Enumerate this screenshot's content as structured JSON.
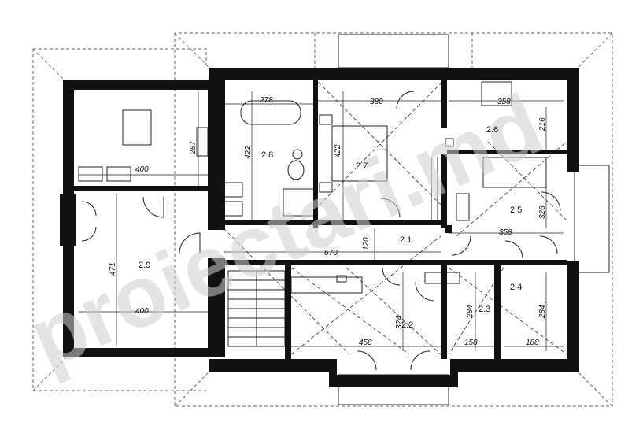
{
  "watermark": {
    "text": "proiectari.md",
    "color": "#c8c8c8"
  },
  "colors": {
    "wall": "#111111",
    "line": "#222222",
    "dashed": "#555555"
  },
  "rooms": [
    {
      "id": "2.1",
      "label": "2.1"
    },
    {
      "id": "2.2",
      "label": "2.2"
    },
    {
      "id": "2.3",
      "label": "2.3"
    },
    {
      "id": "2.4",
      "label": "2.4"
    },
    {
      "id": "2.5",
      "label": "2.5"
    },
    {
      "id": "2.6",
      "label": "2.6"
    },
    {
      "id": "2.7",
      "label": "2.7"
    },
    {
      "id": "2.8",
      "label": "2.8"
    },
    {
      "id": "2.9",
      "label": "2.9"
    }
  ],
  "dimensions": {
    "d278": "278",
    "d380": "380",
    "d358a": "358",
    "d216": "216",
    "d287": "287",
    "d400a": "400",
    "d422a": "422",
    "d422b": "422",
    "d326": "326",
    "d358b": "358",
    "d670": "670",
    "d120": "120",
    "d471": "471",
    "d400b": "400",
    "d324": "324",
    "d284a": "284",
    "d284b": "284",
    "d458": "458",
    "d158": "158",
    "d188": "188"
  }
}
